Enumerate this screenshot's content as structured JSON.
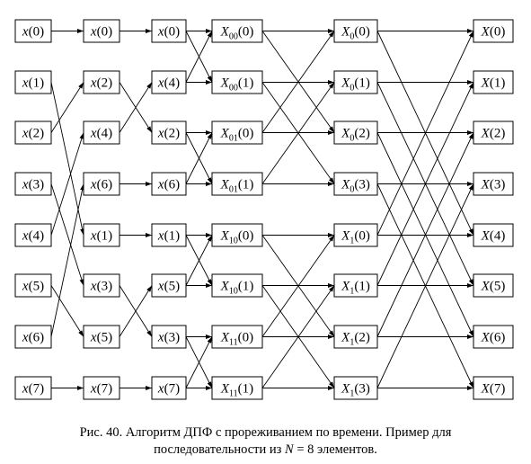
{
  "columns": [
    {
      "nodes": [
        {
          "base": "x",
          "sub": "",
          "arg": "0"
        },
        {
          "base": "x",
          "sub": "",
          "arg": "1"
        },
        {
          "base": "x",
          "sub": "",
          "arg": "2"
        },
        {
          "base": "x",
          "sub": "",
          "arg": "3"
        },
        {
          "base": "x",
          "sub": "",
          "arg": "4"
        },
        {
          "base": "x",
          "sub": "",
          "arg": "5"
        },
        {
          "base": "x",
          "sub": "",
          "arg": "6"
        },
        {
          "base": "x",
          "sub": "",
          "arg": "7"
        }
      ]
    },
    {
      "nodes": [
        {
          "base": "x",
          "sub": "",
          "arg": "0"
        },
        {
          "base": "x",
          "sub": "",
          "arg": "2"
        },
        {
          "base": "x",
          "sub": "",
          "arg": "4"
        },
        {
          "base": "x",
          "sub": "",
          "arg": "6"
        },
        {
          "base": "x",
          "sub": "",
          "arg": "1"
        },
        {
          "base": "x",
          "sub": "",
          "arg": "3"
        },
        {
          "base": "x",
          "sub": "",
          "arg": "5"
        },
        {
          "base": "x",
          "sub": "",
          "arg": "7"
        }
      ]
    },
    {
      "nodes": [
        {
          "base": "x",
          "sub": "",
          "arg": "0"
        },
        {
          "base": "x",
          "sub": "",
          "arg": "4"
        },
        {
          "base": "x",
          "sub": "",
          "arg": "2"
        },
        {
          "base": "x",
          "sub": "",
          "arg": "6"
        },
        {
          "base": "x",
          "sub": "",
          "arg": "1"
        },
        {
          "base": "x",
          "sub": "",
          "arg": "5"
        },
        {
          "base": "x",
          "sub": "",
          "arg": "3"
        },
        {
          "base": "x",
          "sub": "",
          "arg": "7"
        }
      ]
    },
    {
      "nodes": [
        {
          "base": "X",
          "sub": "00",
          "arg": "0"
        },
        {
          "base": "X",
          "sub": "00",
          "arg": "1"
        },
        {
          "base": "X",
          "sub": "01",
          "arg": "0"
        },
        {
          "base": "X",
          "sub": "01",
          "arg": "1"
        },
        {
          "base": "X",
          "sub": "10",
          "arg": "0"
        },
        {
          "base": "X",
          "sub": "10",
          "arg": "1"
        },
        {
          "base": "X",
          "sub": "11",
          "arg": "0"
        },
        {
          "base": "X",
          "sub": "11",
          "arg": "1"
        }
      ]
    },
    {
      "nodes": [
        {
          "base": "X",
          "sub": "0",
          "arg": "0"
        },
        {
          "base": "X",
          "sub": "0",
          "arg": "1"
        },
        {
          "base": "X",
          "sub": "0",
          "arg": "2"
        },
        {
          "base": "X",
          "sub": "0",
          "arg": "3"
        },
        {
          "base": "X",
          "sub": "1",
          "arg": "0"
        },
        {
          "base": "X",
          "sub": "1",
          "arg": "1"
        },
        {
          "base": "X",
          "sub": "1",
          "arg": "2"
        },
        {
          "base": "X",
          "sub": "1",
          "arg": "3"
        }
      ]
    },
    {
      "nodes": [
        {
          "base": "X",
          "sub": "",
          "arg": "0"
        },
        {
          "base": "X",
          "sub": "",
          "arg": "1"
        },
        {
          "base": "X",
          "sub": "",
          "arg": "2"
        },
        {
          "base": "X",
          "sub": "",
          "arg": "3"
        },
        {
          "base": "X",
          "sub": "",
          "arg": "4"
        },
        {
          "base": "X",
          "sub": "",
          "arg": "5"
        },
        {
          "base": "X",
          "sub": "",
          "arg": "6"
        },
        {
          "base": "X",
          "sub": "",
          "arg": "7"
        }
      ]
    }
  ],
  "edges": [
    [
      [
        0,
        0
      ],
      [
        1,
        0
      ]
    ],
    [
      [
        0,
        1
      ],
      [
        1,
        4
      ]
    ],
    [
      [
        0,
        2
      ],
      [
        1,
        1
      ]
    ],
    [
      [
        0,
        3
      ],
      [
        1,
        5
      ]
    ],
    [
      [
        0,
        4
      ],
      [
        1,
        2
      ]
    ],
    [
      [
        0,
        5
      ],
      [
        1,
        6
      ]
    ],
    [
      [
        0,
        6
      ],
      [
        1,
        3
      ]
    ],
    [
      [
        0,
        7
      ],
      [
        1,
        7
      ]
    ],
    [
      [
        1,
        0
      ],
      [
        2,
        0
      ]
    ],
    [
      [
        1,
        1
      ],
      [
        2,
        2
      ]
    ],
    [
      [
        1,
        2
      ],
      [
        2,
        1
      ]
    ],
    [
      [
        1,
        3
      ],
      [
        2,
        3
      ]
    ],
    [
      [
        1,
        4
      ],
      [
        2,
        4
      ]
    ],
    [
      [
        1,
        5
      ],
      [
        2,
        6
      ]
    ],
    [
      [
        1,
        6
      ],
      [
        2,
        5
      ]
    ],
    [
      [
        1,
        7
      ],
      [
        2,
        7
      ]
    ],
    [
      [
        2,
        0
      ],
      [
        3,
        0
      ]
    ],
    [
      [
        2,
        0
      ],
      [
        3,
        1
      ]
    ],
    [
      [
        2,
        1
      ],
      [
        3,
        0
      ]
    ],
    [
      [
        2,
        1
      ],
      [
        3,
        1
      ]
    ],
    [
      [
        2,
        2
      ],
      [
        3,
        2
      ]
    ],
    [
      [
        2,
        2
      ],
      [
        3,
        3
      ]
    ],
    [
      [
        2,
        3
      ],
      [
        3,
        2
      ]
    ],
    [
      [
        2,
        3
      ],
      [
        3,
        3
      ]
    ],
    [
      [
        2,
        4
      ],
      [
        3,
        4
      ]
    ],
    [
      [
        2,
        4
      ],
      [
        3,
        5
      ]
    ],
    [
      [
        2,
        5
      ],
      [
        3,
        4
      ]
    ],
    [
      [
        2,
        5
      ],
      [
        3,
        5
      ]
    ],
    [
      [
        2,
        6
      ],
      [
        3,
        6
      ]
    ],
    [
      [
        2,
        6
      ],
      [
        3,
        7
      ]
    ],
    [
      [
        2,
        7
      ],
      [
        3,
        6
      ]
    ],
    [
      [
        2,
        7
      ],
      [
        3,
        7
      ]
    ],
    [
      [
        3,
        0
      ],
      [
        4,
        0
      ]
    ],
    [
      [
        3,
        0
      ],
      [
        4,
        2
      ]
    ],
    [
      [
        3,
        1
      ],
      [
        4,
        1
      ]
    ],
    [
      [
        3,
        1
      ],
      [
        4,
        3
      ]
    ],
    [
      [
        3,
        2
      ],
      [
        4,
        0
      ]
    ],
    [
      [
        3,
        2
      ],
      [
        4,
        2
      ]
    ],
    [
      [
        3,
        3
      ],
      [
        4,
        1
      ]
    ],
    [
      [
        3,
        3
      ],
      [
        4,
        3
      ]
    ],
    [
      [
        3,
        4
      ],
      [
        4,
        4
      ]
    ],
    [
      [
        3,
        4
      ],
      [
        4,
        6
      ]
    ],
    [
      [
        3,
        5
      ],
      [
        4,
        5
      ]
    ],
    [
      [
        3,
        5
      ],
      [
        4,
        7
      ]
    ],
    [
      [
        3,
        6
      ],
      [
        4,
        4
      ]
    ],
    [
      [
        3,
        6
      ],
      [
        4,
        6
      ]
    ],
    [
      [
        3,
        7
      ],
      [
        4,
        5
      ]
    ],
    [
      [
        3,
        7
      ],
      [
        4,
        7
      ]
    ],
    [
      [
        4,
        0
      ],
      [
        5,
        0
      ]
    ],
    [
      [
        4,
        0
      ],
      [
        5,
        4
      ]
    ],
    [
      [
        4,
        1
      ],
      [
        5,
        1
      ]
    ],
    [
      [
        4,
        1
      ],
      [
        5,
        5
      ]
    ],
    [
      [
        4,
        2
      ],
      [
        5,
        2
      ]
    ],
    [
      [
        4,
        2
      ],
      [
        5,
        6
      ]
    ],
    [
      [
        4,
        3
      ],
      [
        5,
        3
      ]
    ],
    [
      [
        4,
        3
      ],
      [
        5,
        7
      ]
    ],
    [
      [
        4,
        4
      ],
      [
        5,
        0
      ]
    ],
    [
      [
        4,
        4
      ],
      [
        5,
        4
      ]
    ],
    [
      [
        4,
        5
      ],
      [
        5,
        1
      ]
    ],
    [
      [
        4,
        5
      ],
      [
        5,
        5
      ]
    ],
    [
      [
        4,
        6
      ],
      [
        5,
        2
      ]
    ],
    [
      [
        4,
        6
      ],
      [
        5,
        6
      ]
    ],
    [
      [
        4,
        7
      ],
      [
        5,
        3
      ]
    ],
    [
      [
        4,
        7
      ],
      [
        5,
        7
      ]
    ]
  ],
  "caption": {
    "line1": "Рис. 40. Алгоритм ДПФ с прореживанием по времени. Пример для",
    "line2_prefix": "последовательности из ",
    "line2_var": "N",
    "line2_eq": " = 8",
    "line2_suffix": " элементов."
  }
}
